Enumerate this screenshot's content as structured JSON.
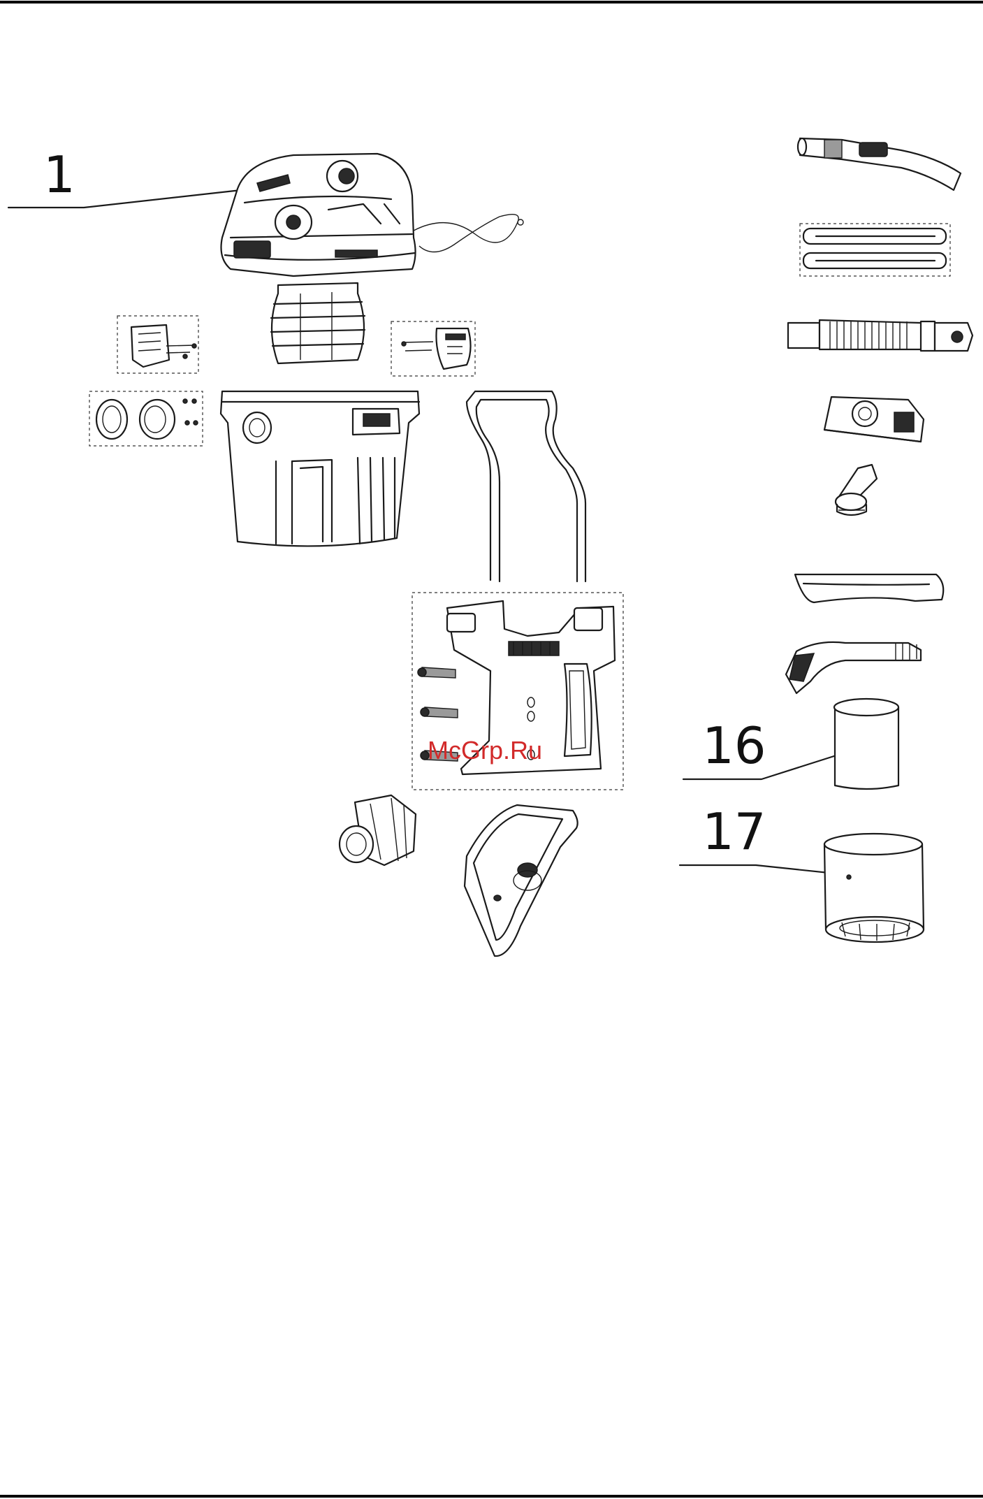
{
  "callouts": {
    "part_1": "1",
    "part_16": "16",
    "part_17": "17"
  },
  "watermark": "McGrp.Ru"
}
